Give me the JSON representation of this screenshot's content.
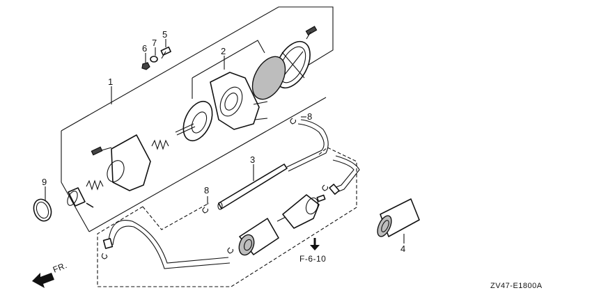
{
  "callouts": [
    {
      "id": "1",
      "label": "1"
    },
    {
      "id": "2",
      "label": "2"
    },
    {
      "id": "3",
      "label": "3"
    },
    {
      "id": "4",
      "label": "4"
    },
    {
      "id": "5",
      "label": "5"
    },
    {
      "id": "6",
      "label": "6"
    },
    {
      "id": "7",
      "label": "7"
    },
    {
      "id": "8a",
      "label": "8"
    },
    {
      "id": "8b",
      "label": "8"
    },
    {
      "id": "9",
      "label": "9"
    }
  ],
  "reference": "F-6-10",
  "direction_label": "FR.",
  "diagram_code": "ZV47-E1800A"
}
